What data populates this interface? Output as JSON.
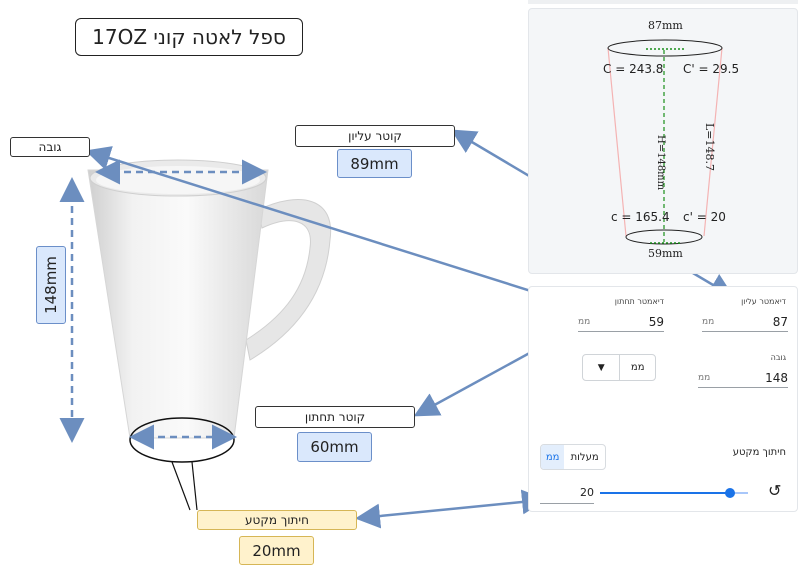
{
  "title": "ספל לאטה קוני 17OZ",
  "callouts": {
    "height_label": "גובה",
    "height_value": "148mm",
    "top_diameter_label": "קוטר עליון",
    "top_diameter_value": "89mm",
    "bottom_diameter_label": "קוטר תחתון",
    "bottom_diameter_value": "60mm",
    "segment_cut_label": "חיתוך מקטע",
    "segment_cut_value": "20mm"
  },
  "diagram": {
    "top_diameter": "87mm",
    "bottom_diameter": "59mm",
    "C": "C = 243.8",
    "C_prime": "C' = 29.5",
    "c": "c = 165.4",
    "c_prime": "c' = 20",
    "H": "H=148mm",
    "L": "L=148.7"
  },
  "form": {
    "top_diameter_label": "דיאמטר עליון",
    "top_diameter_value": "87",
    "bottom_diameter_label": "דיאמטר תחתון",
    "bottom_diameter_value": "59",
    "height_label": "גובה",
    "height_value": "148",
    "unit": "ממ",
    "unit_select_value": "ממ",
    "segment_cut_label": "חיתוך מקטע",
    "toggle_degrees": "מעלות",
    "toggle_mm": "ממ",
    "slider_value": "20",
    "slider_fraction": 0.88
  },
  "colors": {
    "arrow": "#6c8ebf",
    "accent": "#1a73e8",
    "chip_blue": "#dae8fc",
    "chip_yellow": "#fff2cc"
  }
}
